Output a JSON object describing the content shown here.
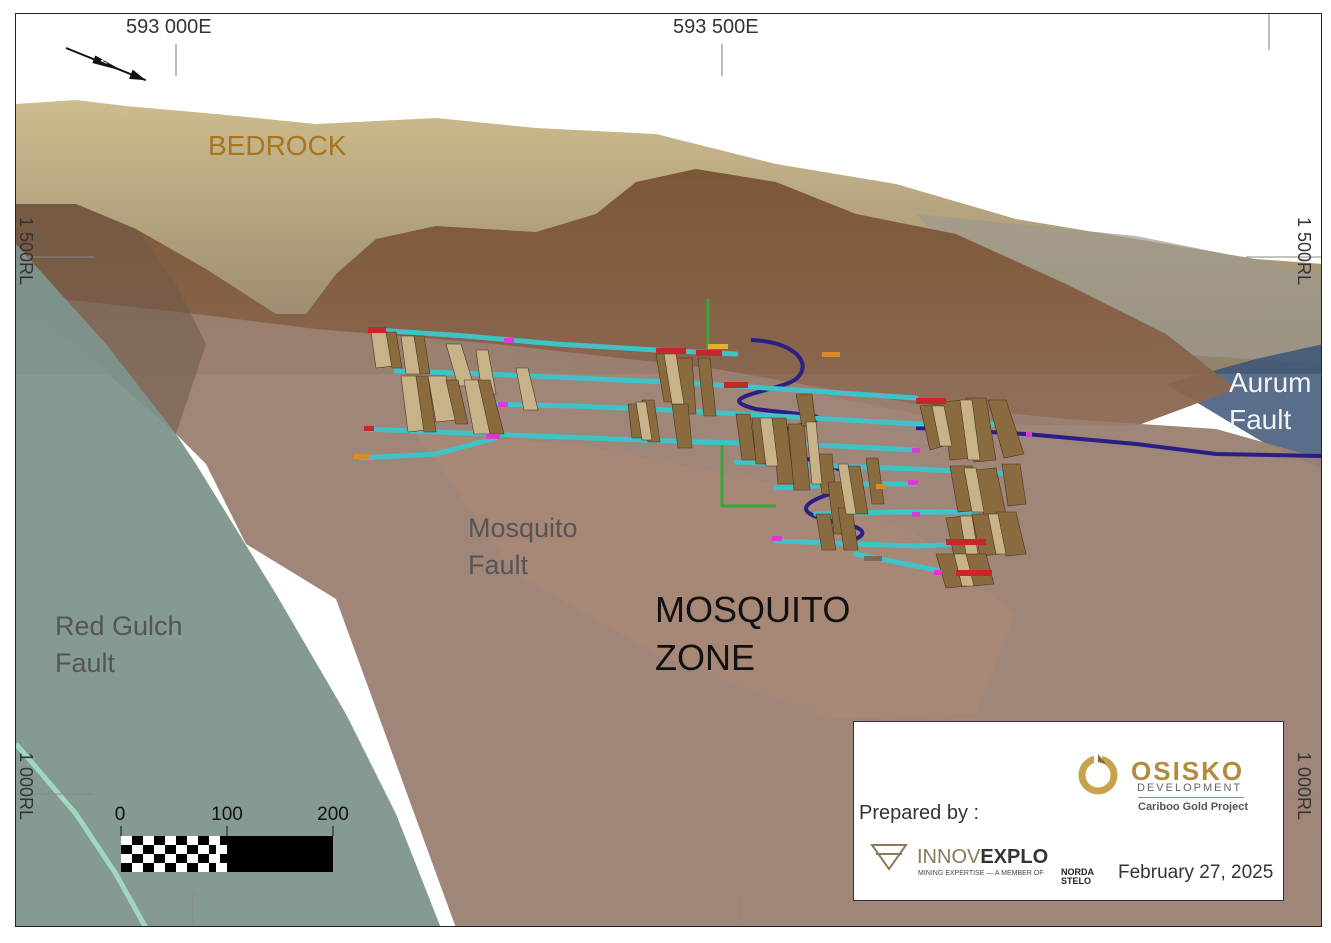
{
  "labels": {
    "easting_1": "593 000E",
    "easting_2": "593 500E",
    "rl_left_upper": "1 500RL",
    "rl_right_upper": "1 500RL",
    "rl_left_lower": "1 000RL",
    "rl_right_lower": "1 000RL",
    "bedrock": "BEDROCK",
    "aurum_fault_line1": "Aurum",
    "aurum_fault_line2": "Fault",
    "mosquito_fault_line1": "Mosquito",
    "mosquito_fault_line2": "Fault",
    "red_gulch_line1": "Red Gulch",
    "red_gulch_line2": "Fault",
    "zone_line1": "MOSQUITO",
    "zone_line2": "ZONE"
  },
  "scale_bar": {
    "ticks": [
      "0",
      "100",
      "200"
    ]
  },
  "legend": {
    "prepared_by": "Prepared by :",
    "date": "February 27, 2025",
    "osisko_name": "OSISKO",
    "osisko_sub": "DEVELOPMENT",
    "osisko_project": "Cariboo Gold Project",
    "innovexplo_light": "INNOV",
    "innovexplo_bold": "EXPLO",
    "innovexplo_tagline": "MINING EXPERTISE — A MEMBER OF",
    "norda_line1": "NORDA",
    "norda_line2": "STELO"
  },
  "colors": {
    "bedrock_surface": "#b9a577",
    "fault_brown": "#8e6a4c",
    "mosquito_fault_plane": "#9b7f72",
    "red_gulch_plane": "#7e958c",
    "aurum_plane": "#3b5577",
    "drift_cyan": "#3fc3c9",
    "ramp_navy": "#2a1f85",
    "stope_tan": "#8a6b3f",
    "raise_green": "#3aa53a",
    "accent_magenta": "#d63cd6",
    "accent_red": "#c9262a"
  },
  "icons": {
    "north_arrow": "north-arrow-icon"
  }
}
